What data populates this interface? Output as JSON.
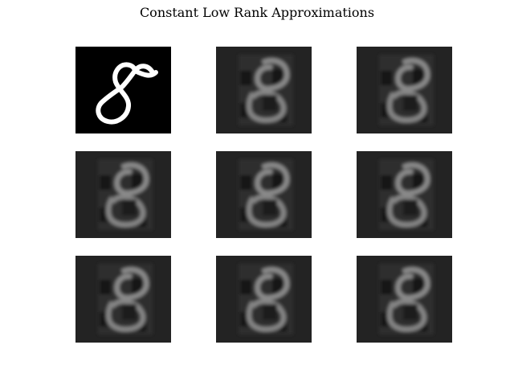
{
  "figure": {
    "title": "Constant Low Rank Approximations"
  },
  "panels": [
    {
      "kind": "original",
      "digit": "8",
      "background": "#000000",
      "stroke": "#ffffff"
    },
    {
      "kind": "approximation",
      "digit": "8",
      "background": "#232323",
      "stroke": "#8a8a8a"
    },
    {
      "kind": "approximation",
      "digit": "8",
      "background": "#232323",
      "stroke": "#8a8a8a"
    },
    {
      "kind": "approximation",
      "digit": "8",
      "background": "#232323",
      "stroke": "#8a8a8a"
    },
    {
      "kind": "approximation",
      "digit": "8",
      "background": "#232323",
      "stroke": "#8a8a8a"
    },
    {
      "kind": "approximation",
      "digit": "8",
      "background": "#232323",
      "stroke": "#8a8a8a"
    },
    {
      "kind": "approximation",
      "digit": "8",
      "background": "#232323",
      "stroke": "#8a8a8a"
    },
    {
      "kind": "approximation",
      "digit": "8",
      "background": "#232323",
      "stroke": "#8a8a8a"
    },
    {
      "kind": "approximation",
      "digit": "8",
      "background": "#232323",
      "stroke": "#8a8a8a"
    }
  ]
}
